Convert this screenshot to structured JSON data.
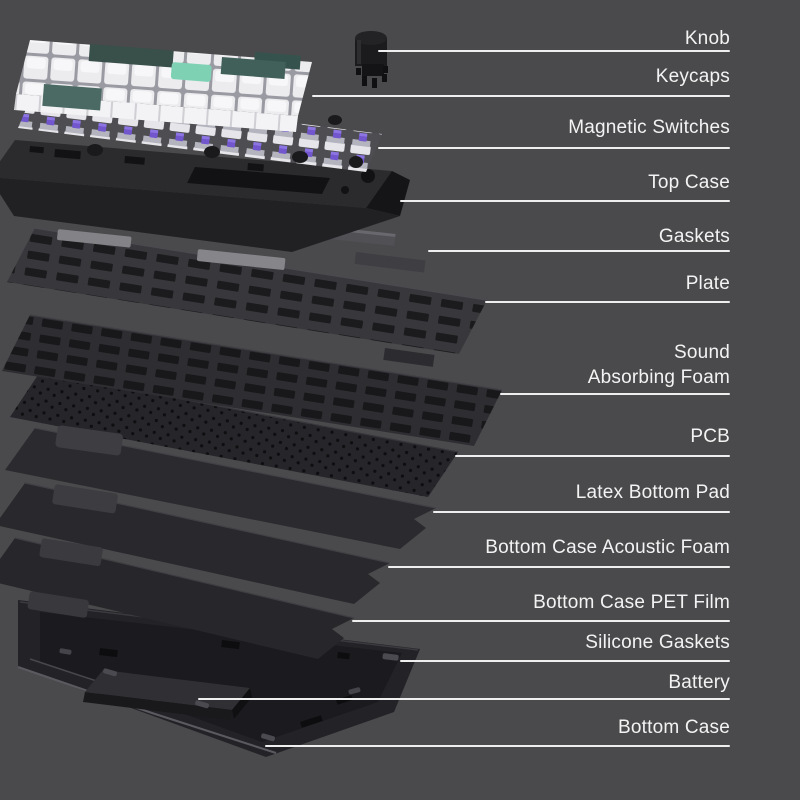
{
  "title": "Keyboard exploded view diagram",
  "colors": {
    "background": "#4a4a4c",
    "label_text": "#f3f3f3",
    "leader_line": "#efefef",
    "switch_purple": "#7156cd",
    "keycap_white": "#ececef",
    "keycap_teal": "#41605a",
    "keycap_mint": "#7fd1b4"
  },
  "callouts": [
    {
      "id": "knob",
      "label": "Knob"
    },
    {
      "id": "keycaps",
      "label": "Keycaps"
    },
    {
      "id": "magnetic-switches",
      "label": "Magnetic Switches"
    },
    {
      "id": "top-case",
      "label": "Top Case"
    },
    {
      "id": "gaskets",
      "label": "Gaskets"
    },
    {
      "id": "plate",
      "label": "Plate"
    },
    {
      "id": "sound-absorbing-foam",
      "label": "Sound\nAbsorbing Foam"
    },
    {
      "id": "pcb",
      "label": "PCB"
    },
    {
      "id": "latex-bottom-pad",
      "label": "Latex Bottom Pad"
    },
    {
      "id": "bottom-case-acoustic-foam",
      "label": "Bottom Case Acoustic Foam"
    },
    {
      "id": "bottom-case-pet-film",
      "label": "Bottom Case PET Film"
    },
    {
      "id": "silicone-gaskets",
      "label": "Silicone Gaskets"
    },
    {
      "id": "battery",
      "label": "Battery"
    },
    {
      "id": "bottom-case",
      "label": "Bottom Case"
    }
  ]
}
